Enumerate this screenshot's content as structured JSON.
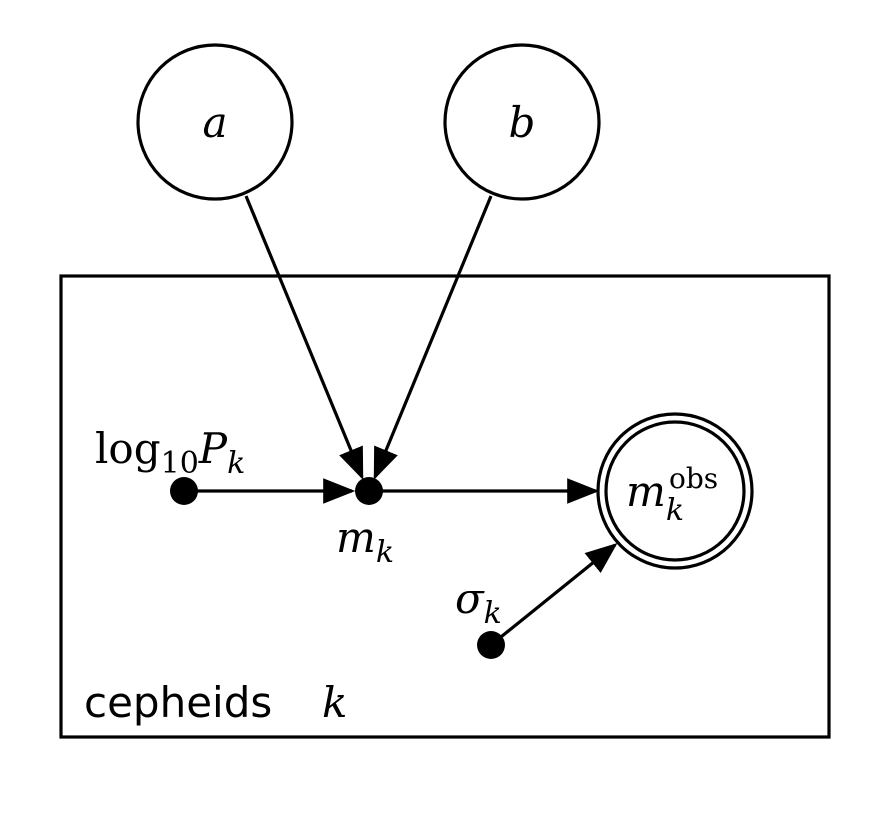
{
  "nodes": {
    "a": {
      "label": "a"
    },
    "b": {
      "label": "b"
    },
    "logP": {
      "label_main": "log",
      "label_sub": "10",
      "label_var": "P",
      "label_var_sub": "k"
    },
    "m": {
      "label_main": "m",
      "label_sub": "k"
    },
    "sigma": {
      "label_main": "σ",
      "label_sub": "k"
    },
    "mobs": {
      "label_main": "m",
      "label_sub": "k",
      "label_sup": "obs"
    }
  },
  "plate": {
    "label_text": "cepheids",
    "label_var": "k"
  }
}
